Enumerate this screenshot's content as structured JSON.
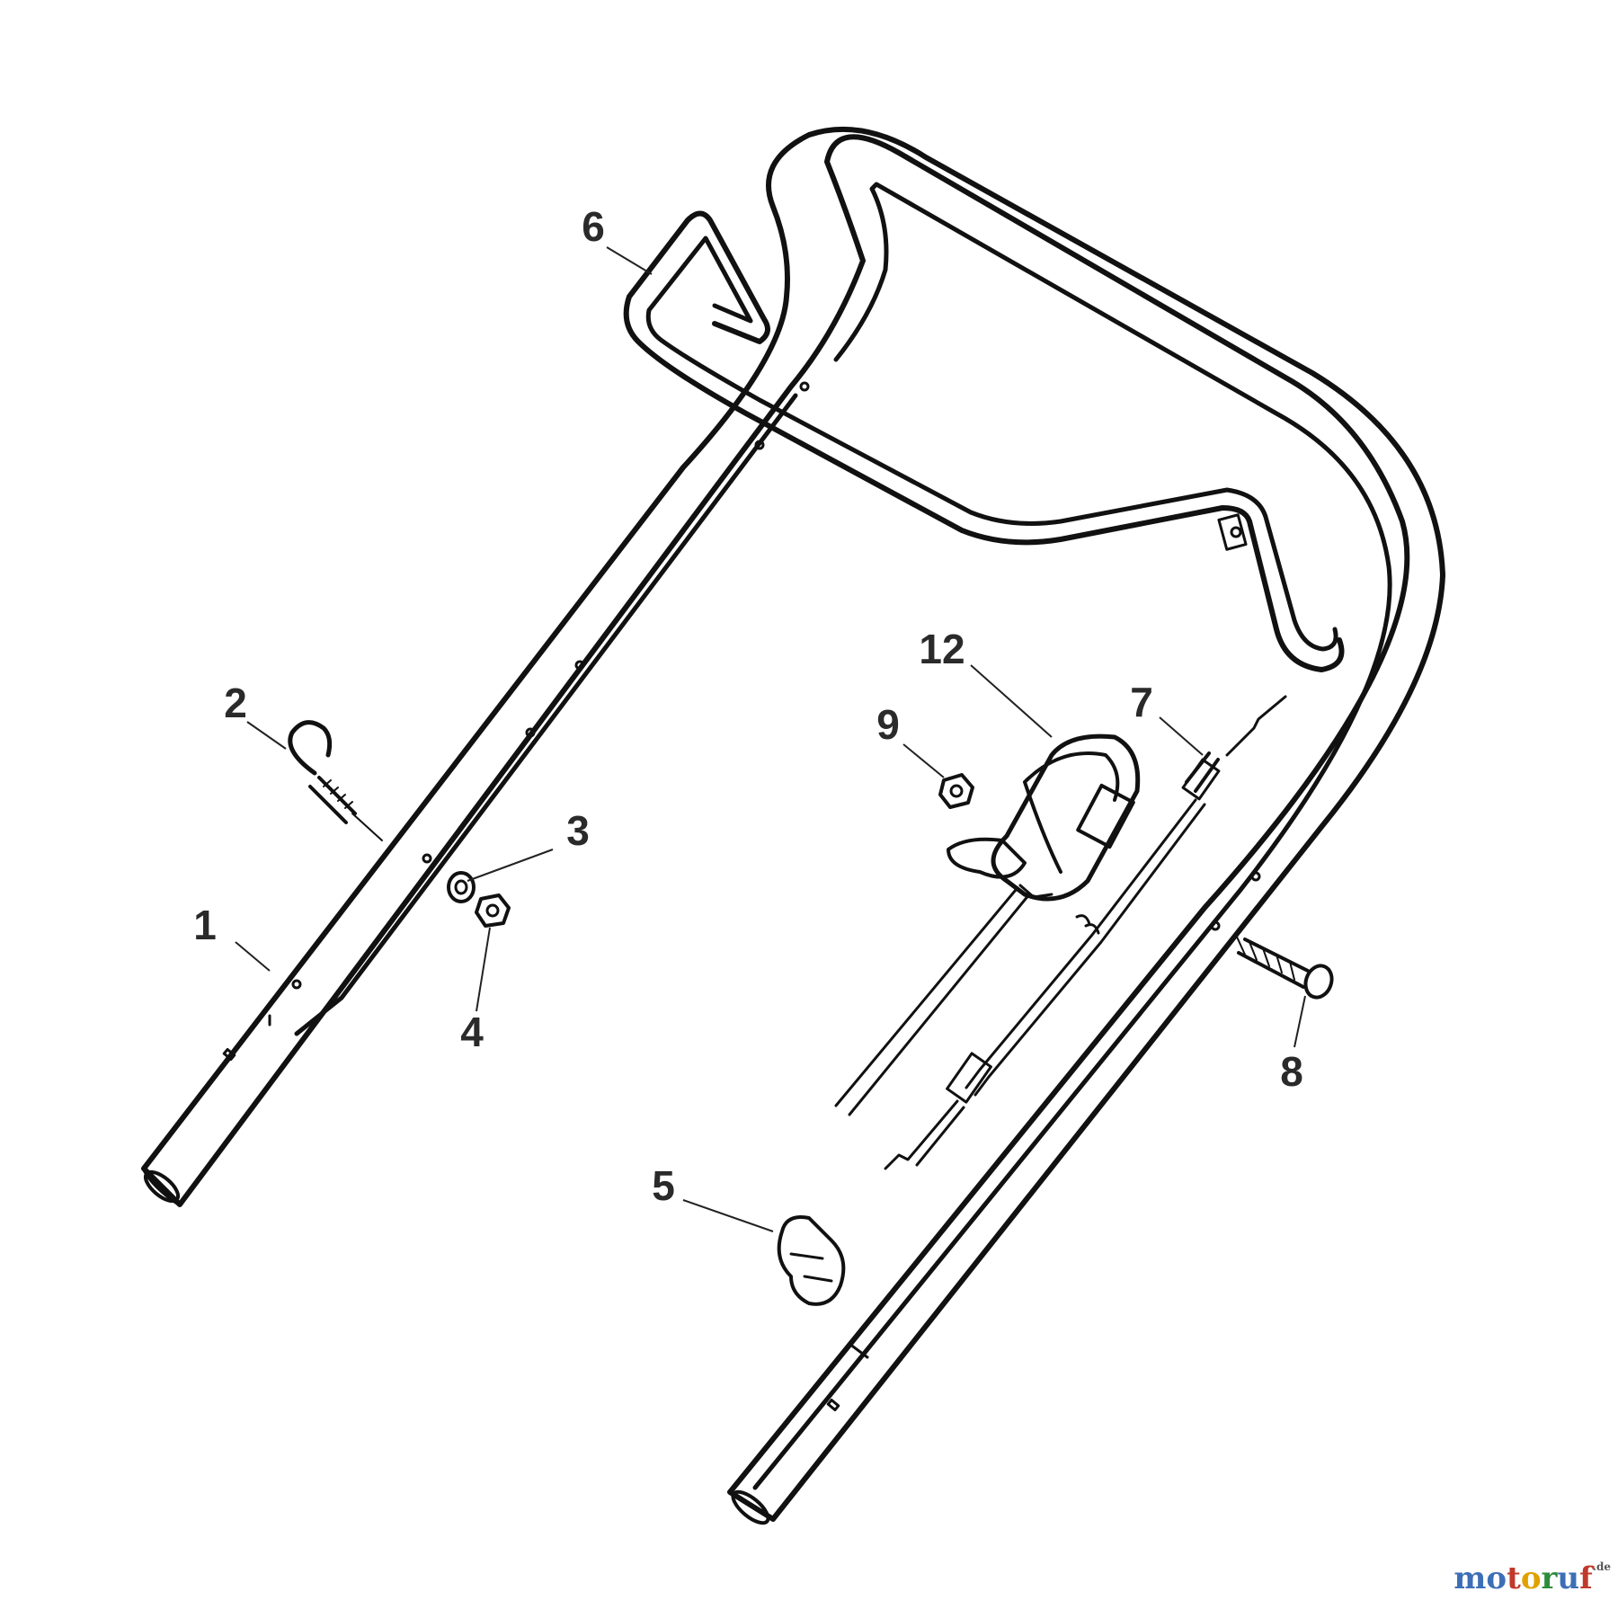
{
  "diagram": {
    "callouts": [
      {
        "id": "1",
        "text": "1"
      },
      {
        "id": "2",
        "text": "2"
      },
      {
        "id": "3",
        "text": "3"
      },
      {
        "id": "4",
        "text": "4"
      },
      {
        "id": "5",
        "text": "5"
      },
      {
        "id": "6",
        "text": "6"
      },
      {
        "id": "7",
        "text": "7"
      },
      {
        "id": "8",
        "text": "8"
      },
      {
        "id": "9",
        "text": "9"
      },
      {
        "id": "12",
        "text": "12"
      }
    ]
  },
  "watermark": {
    "letters": [
      "m",
      "o",
      "t",
      "o",
      "r",
      "u",
      "f"
    ],
    "letter_colors": [
      "#3d6fb6",
      "#3d6fb6",
      "#c0392b",
      "#e0a100",
      "#2e8b3d",
      "#3d6fb6",
      "#c0392b"
    ],
    "domain": ".de"
  },
  "colors": {
    "line": "#111111",
    "label": "#2a2a2a",
    "background": "#ffffff"
  }
}
